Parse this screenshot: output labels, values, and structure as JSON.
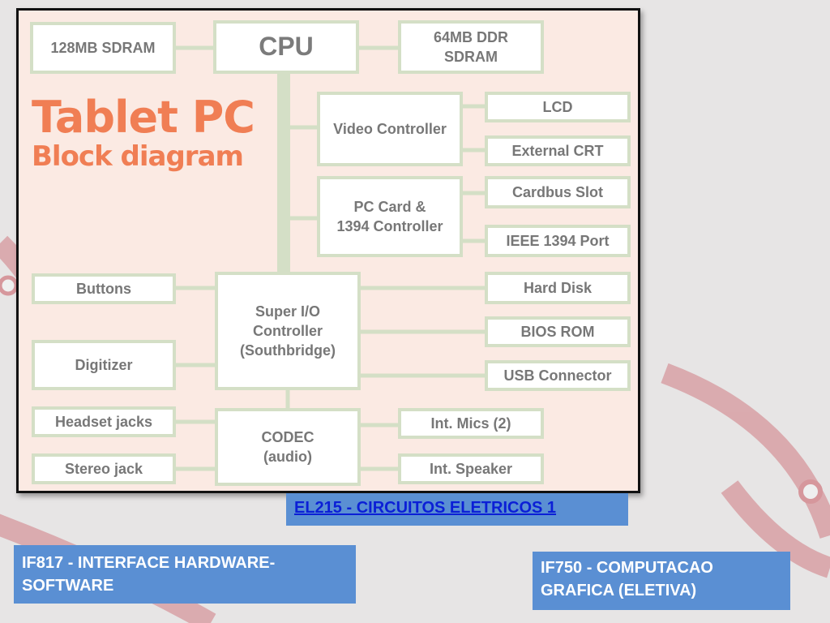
{
  "diagram": {
    "title_line1": "Tablet PC",
    "title_line2": "Block diagram",
    "blocks": {
      "sdram128": "128MB SDRAM",
      "cpu": "CPU",
      "ddr64": "64MB DDR\nSDRAM",
      "video_controller": "Video Controller",
      "lcd": "LCD",
      "external_crt": "External CRT",
      "pc_card": "PC Card &\n1394 Controller",
      "cardbus_slot": "Cardbus Slot",
      "ieee1394_port": "IEEE 1394 Port",
      "buttons": "Buttons",
      "super_io": "Super I/O\nController\n(Southbridge)",
      "hard_disk": "Hard Disk",
      "bios_rom": "BIOS ROM",
      "digitizer": "Digitizer",
      "usb_connector": "USB Connector",
      "headset_jacks": "Headset jacks",
      "codec": "CODEC\n(audio)",
      "int_mics": "Int. Mics (2)",
      "stereo_jack": "Stereo jack",
      "int_speaker": "Int. Speaker"
    },
    "colors": {
      "title": "#f07e54",
      "background": "#fbeae3",
      "block_border": "#d4dfc6",
      "connector": "#d4dfc6"
    }
  },
  "links": {
    "el215": "EL215 - CIRCUITOS ELETRICOS 1"
  },
  "courses": {
    "if817": "IF817 - INTERFACE HARDWARE-SOFTWARE",
    "if750": "IF750 - COMPUTACAO GRAFICA (ELETIVA)"
  },
  "theme": {
    "banner_color": "#5a8fd3",
    "link_color": "#0b1fd6",
    "page_background": "#e7e5e5",
    "decoration_color": "#d99aa0"
  }
}
